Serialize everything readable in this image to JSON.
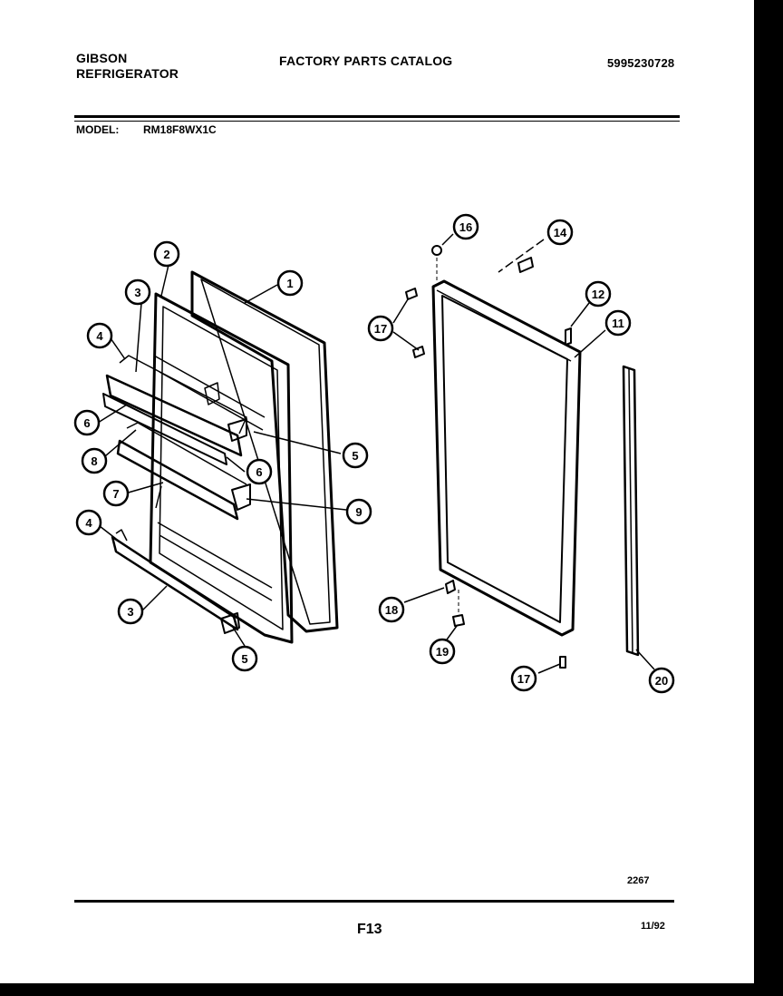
{
  "header": {
    "brand_line1": "GIBSON",
    "brand_line2": "REFRIGERATOR",
    "catalog_title": "FACTORY PARTS CATALOG",
    "part_number": "5995230728",
    "model_label": "MODEL:",
    "model_value": "RM18F8WX1C"
  },
  "diagram": {
    "callouts": [
      "1",
      "2",
      "3",
      "4",
      "6",
      "5",
      "8",
      "6",
      "7",
      "9",
      "4",
      "3",
      "5",
      "16",
      "14",
      "17",
      "12",
      "11",
      "17",
      "18",
      "19",
      "17",
      "20"
    ]
  },
  "footer": {
    "drawing_number": "2267",
    "page_id": "F13",
    "date": "11/92"
  }
}
